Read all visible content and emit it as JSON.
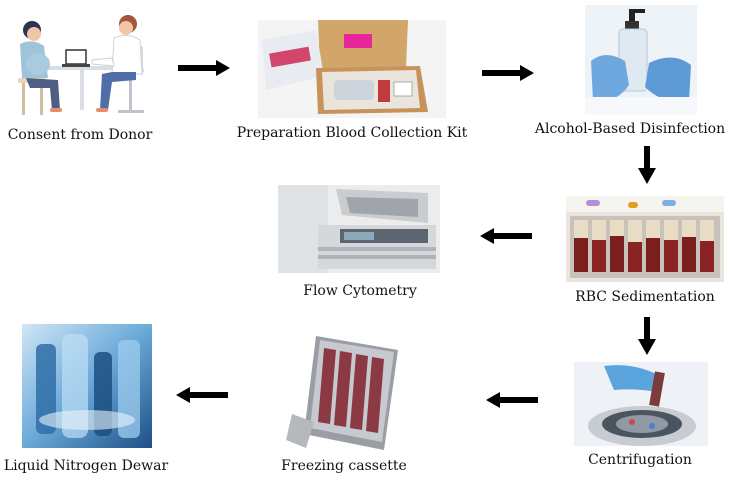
{
  "steps": [
    {
      "id": "consent",
      "label": "Consent from Donor",
      "image": "doctor-patient-consultation-illustration"
    },
    {
      "id": "kit",
      "label": "Preparation Blood Collection Kit",
      "image": "blood-collection-kit-box-photo"
    },
    {
      "id": "disinfection",
      "label": "Alcohol-Based Disinfection",
      "image": "gloved-hands-sanitizer-pump-photo"
    },
    {
      "id": "sedimentation",
      "label": "RBC Sedimentation",
      "image": "blood-bags-rack-photo"
    },
    {
      "id": "cytometry",
      "label": "Flow Cytometry",
      "image": "flow-cytometer-machine-photo"
    },
    {
      "id": "centrifugation",
      "label": "Centrifugation",
      "image": "centrifuge-gloved-hand-photo"
    },
    {
      "id": "freezing",
      "label": "Freezing cassette",
      "image": "freezing-cassette-photo"
    },
    {
      "id": "dewar",
      "label": "Liquid Nitrogen Dewar",
      "image": "liquid-nitrogen-dewar-photo"
    }
  ],
  "arrows": [
    "arrow-right",
    "arrow-right",
    "arrow-down",
    "arrow-left",
    "arrow-down",
    "arrow-left",
    "arrow-left"
  ],
  "colors": {
    "arrow": "#000000",
    "text": "#111111",
    "background": "#ffffff"
  }
}
